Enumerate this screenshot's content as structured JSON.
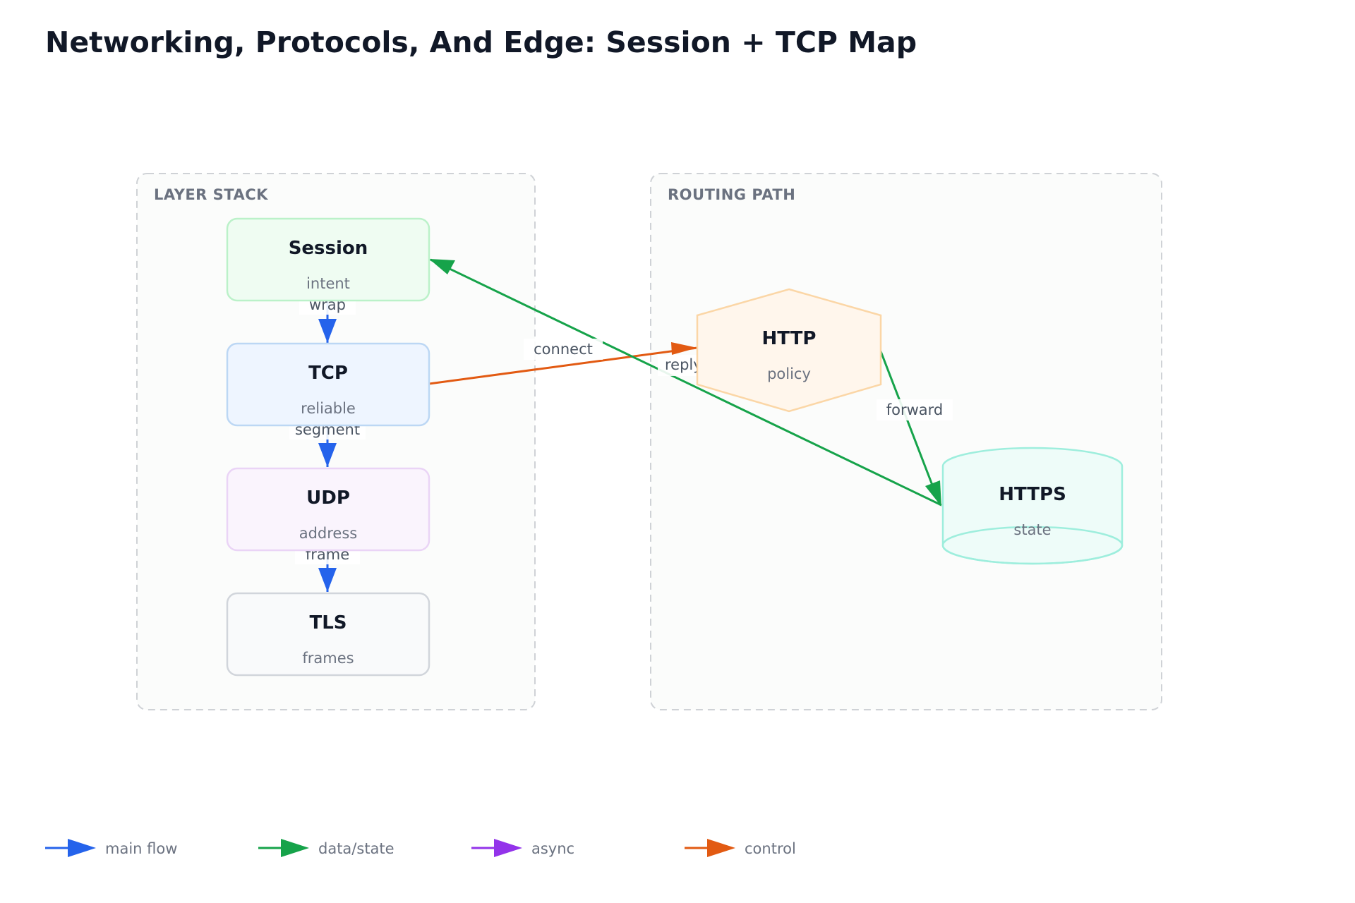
{
  "title": "Networking, Protocols, And Edge: Session + TCP Map",
  "colors": {
    "main": "#2563eb",
    "data": "#16a34a",
    "async": "#9333ea",
    "control": "#e25a12"
  },
  "groups": {
    "layer_stack": "LAYER STACK",
    "routing_path": "ROUTING PATH"
  },
  "nodes": {
    "session": {
      "label": "Session",
      "sub": "intent"
    },
    "tcp": {
      "label": "TCP",
      "sub": "reliable"
    },
    "udp": {
      "label": "UDP",
      "sub": "address"
    },
    "tls": {
      "label": "TLS",
      "sub": "frames"
    },
    "http": {
      "label": "HTTP",
      "sub": "policy"
    },
    "https": {
      "label": "HTTPS",
      "sub": "state"
    }
  },
  "edges": {
    "wrap": "wrap",
    "segment": "segment",
    "frame": "frame",
    "connect": "connect",
    "reply": "reply",
    "forward": "forward"
  },
  "legend": {
    "main": "main flow",
    "data": "data/state",
    "async": "async",
    "control": "control"
  }
}
